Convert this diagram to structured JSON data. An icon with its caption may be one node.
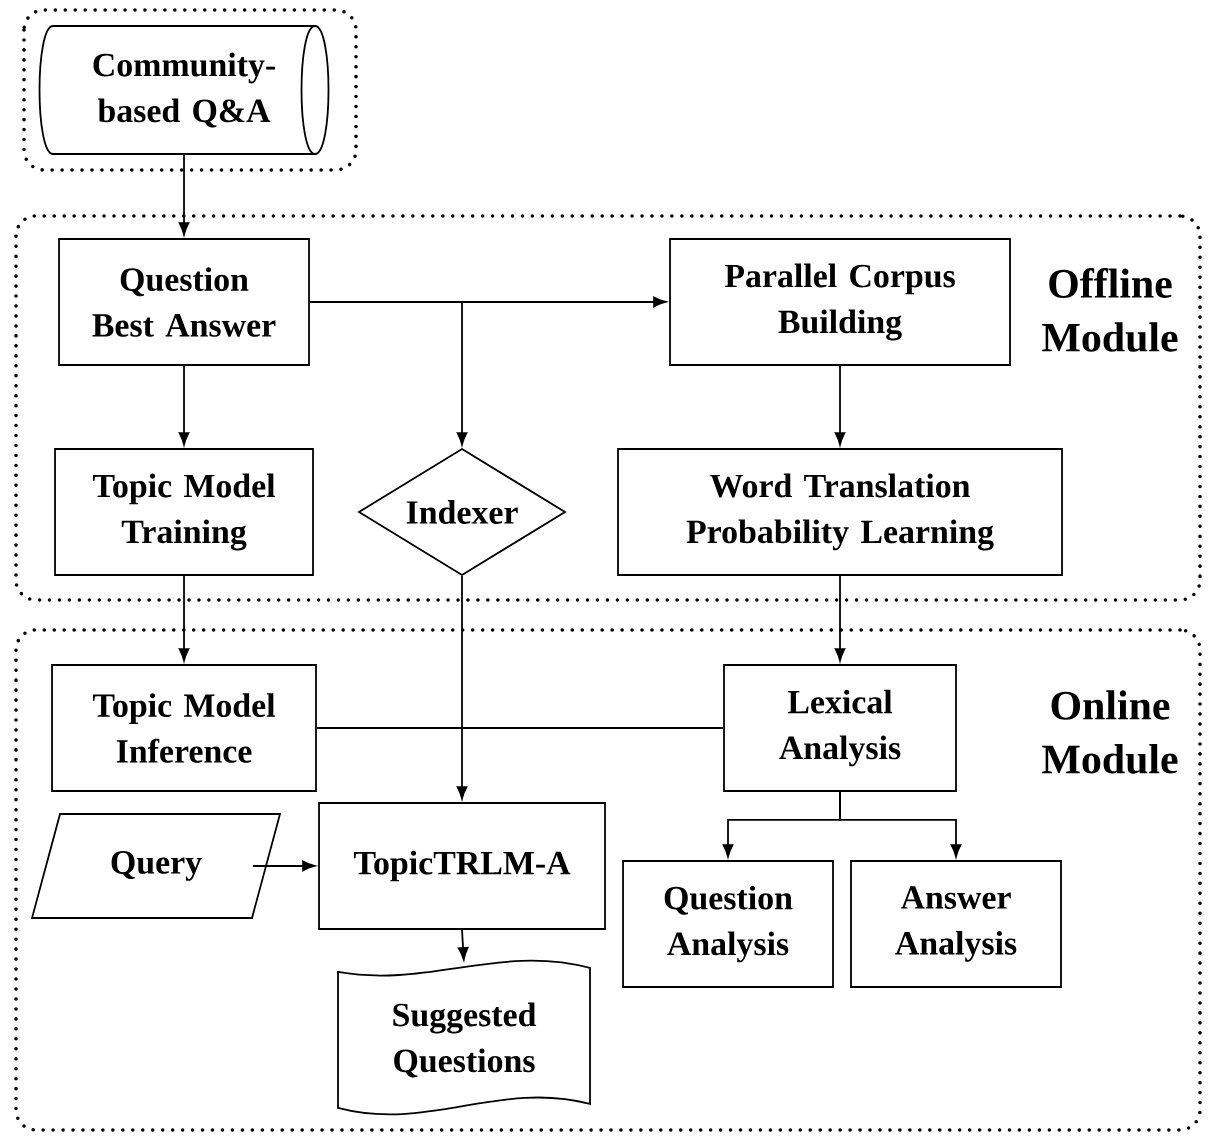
{
  "diagram": {
    "nodes": [
      {
        "text": [
          "Community-based Q&A"
        ]
      },
      {
        "text": [
          "Offline Module"
        ]
      },
      {
        "text": [
          "Question Best Answer"
        ],
        "in": 1
      },
      {
        "text": [
          "Parallel Corpus Building"
        ],
        "in": 1
      },
      {
        "text": [
          "Topic Model Training"
        ],
        "in": 1
      },
      {
        "text": [
          "Indexer"
        ],
        "in": 1
      },
      {
        "text": [
          "Word Translation Probability Learning"
        ],
        "in": 1
      },
      {
        "text": [
          "Online Module"
        ]
      },
      {
        "text": [
          "Topic Model Inference"
        ],
        "in": 7
      },
      {
        "text": [
          "Lexical Analysis"
        ],
        "in": 7
      },
      {
        "text": [
          "Query"
        ],
        "in": 7
      },
      {
        "text": [
          "TopicTRLM-A"
        ],
        "in": 7
      },
      {
        "text": [
          "Question Analysis"
        ],
        "in": 7
      },
      {
        "text": [
          "Answer Analysis"
        ],
        "in": 7
      },
      {
        "text": [
          "Suggested Questions"
        ],
        "in": 7
      }
    ],
    "edges": [
      {
        "from": 0,
        "to": 2,
        "arrow": "to"
      },
      {
        "from": 2,
        "to": 3,
        "arrow": "to"
      },
      {
        "from": 2,
        "to": 5,
        "arrow": "to"
      },
      {
        "from": 2,
        "to": 4,
        "arrow": "to"
      },
      {
        "from": 3,
        "to": 6,
        "arrow": "to"
      },
      {
        "from": 4,
        "to": 8,
        "arrow": "to"
      },
      {
        "from": 5,
        "to": 11,
        "arrow": "to"
      },
      {
        "from": 6,
        "to": 9,
        "arrow": "to"
      },
      {
        "from": 8,
        "to": 9,
        "arrow": "none"
      },
      {
        "from": 10,
        "to": 11,
        "arrow": "to"
      },
      {
        "from": 11,
        "to": 14,
        "arrow": "to"
      },
      {
        "from": 9,
        "to": 12,
        "arrow": "to"
      },
      {
        "from": 9,
        "to": 13,
        "arrow": "to"
      }
    ]
  }
}
